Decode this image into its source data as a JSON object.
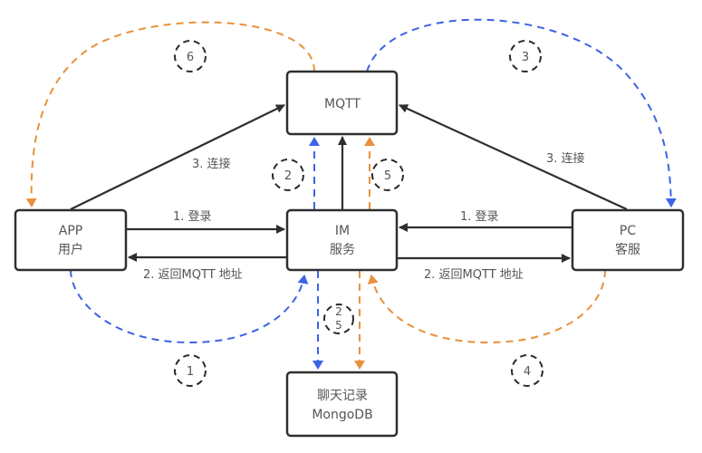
{
  "nodes": {
    "mqtt": {
      "line1": "MQTT"
    },
    "im": {
      "line1": "IM",
      "line2": "服务"
    },
    "app": {
      "line1": "APP",
      "line2": "用户"
    },
    "pc": {
      "line1": "PC",
      "line2": "客服"
    },
    "mongo": {
      "line1": "聊天记录",
      "line2": "MongoDB"
    }
  },
  "edges": {
    "app_login": "1. 登录",
    "app_return": "2. 返回MQTT 地址",
    "app_connect": "3. 连接",
    "pc_login": "1. 登录",
    "pc_return": "2. 返回MQTT 地址",
    "pc_connect": "3. 连接"
  },
  "steps": {
    "s1": "1",
    "s2": "2",
    "s3": "3",
    "s4": "4",
    "s5": "5",
    "s6": "6",
    "s25_top": "2",
    "s25_bottom": "5"
  },
  "colors": {
    "blue_flow": "#3d63e6",
    "orange_flow": "#e8913c",
    "solid_line": "#2f2f2f"
  }
}
